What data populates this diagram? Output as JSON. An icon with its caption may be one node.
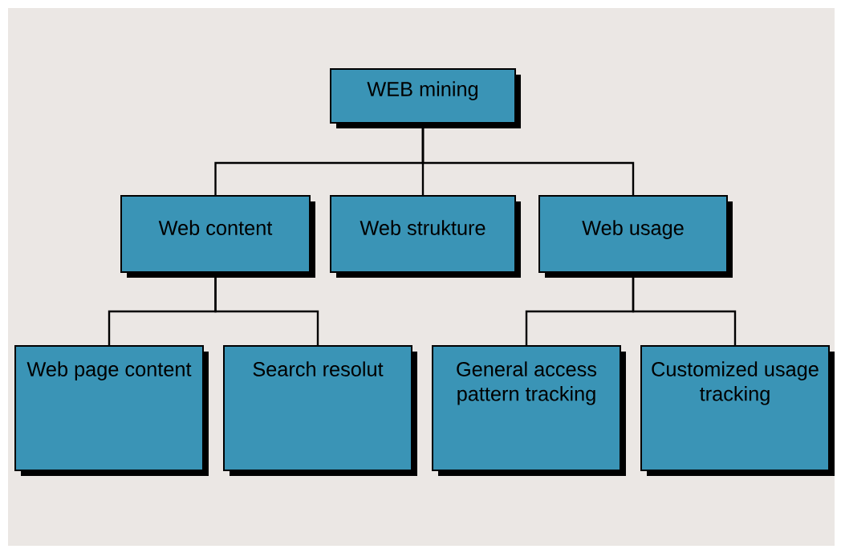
{
  "diagram": {
    "nodes": [
      {
        "text": [
          "WEB mining"
        ]
      },
      {
        "text": [
          "Web content"
        ]
      },
      {
        "text": [
          "Web strukture"
        ]
      },
      {
        "text": [
          "Web usage"
        ]
      },
      {
        "text": [
          "Web page content"
        ]
      },
      {
        "text": [
          "Search resolut"
        ]
      },
      {
        "text": [
          "General access pattern tracking"
        ]
      },
      {
        "text": [
          "Customized usage tracking"
        ]
      }
    ],
    "edges": [
      {
        "from": 0,
        "to": 1,
        "arrow": "none"
      },
      {
        "from": 0,
        "to": 2,
        "arrow": "none"
      },
      {
        "from": 0,
        "to": 3,
        "arrow": "none"
      },
      {
        "from": 1,
        "to": 4,
        "arrow": "none"
      },
      {
        "from": 1,
        "to": 5,
        "arrow": "none"
      },
      {
        "from": 3,
        "to": 6,
        "arrow": "none"
      },
      {
        "from": 3,
        "to": 7,
        "arrow": "none"
      }
    ]
  }
}
